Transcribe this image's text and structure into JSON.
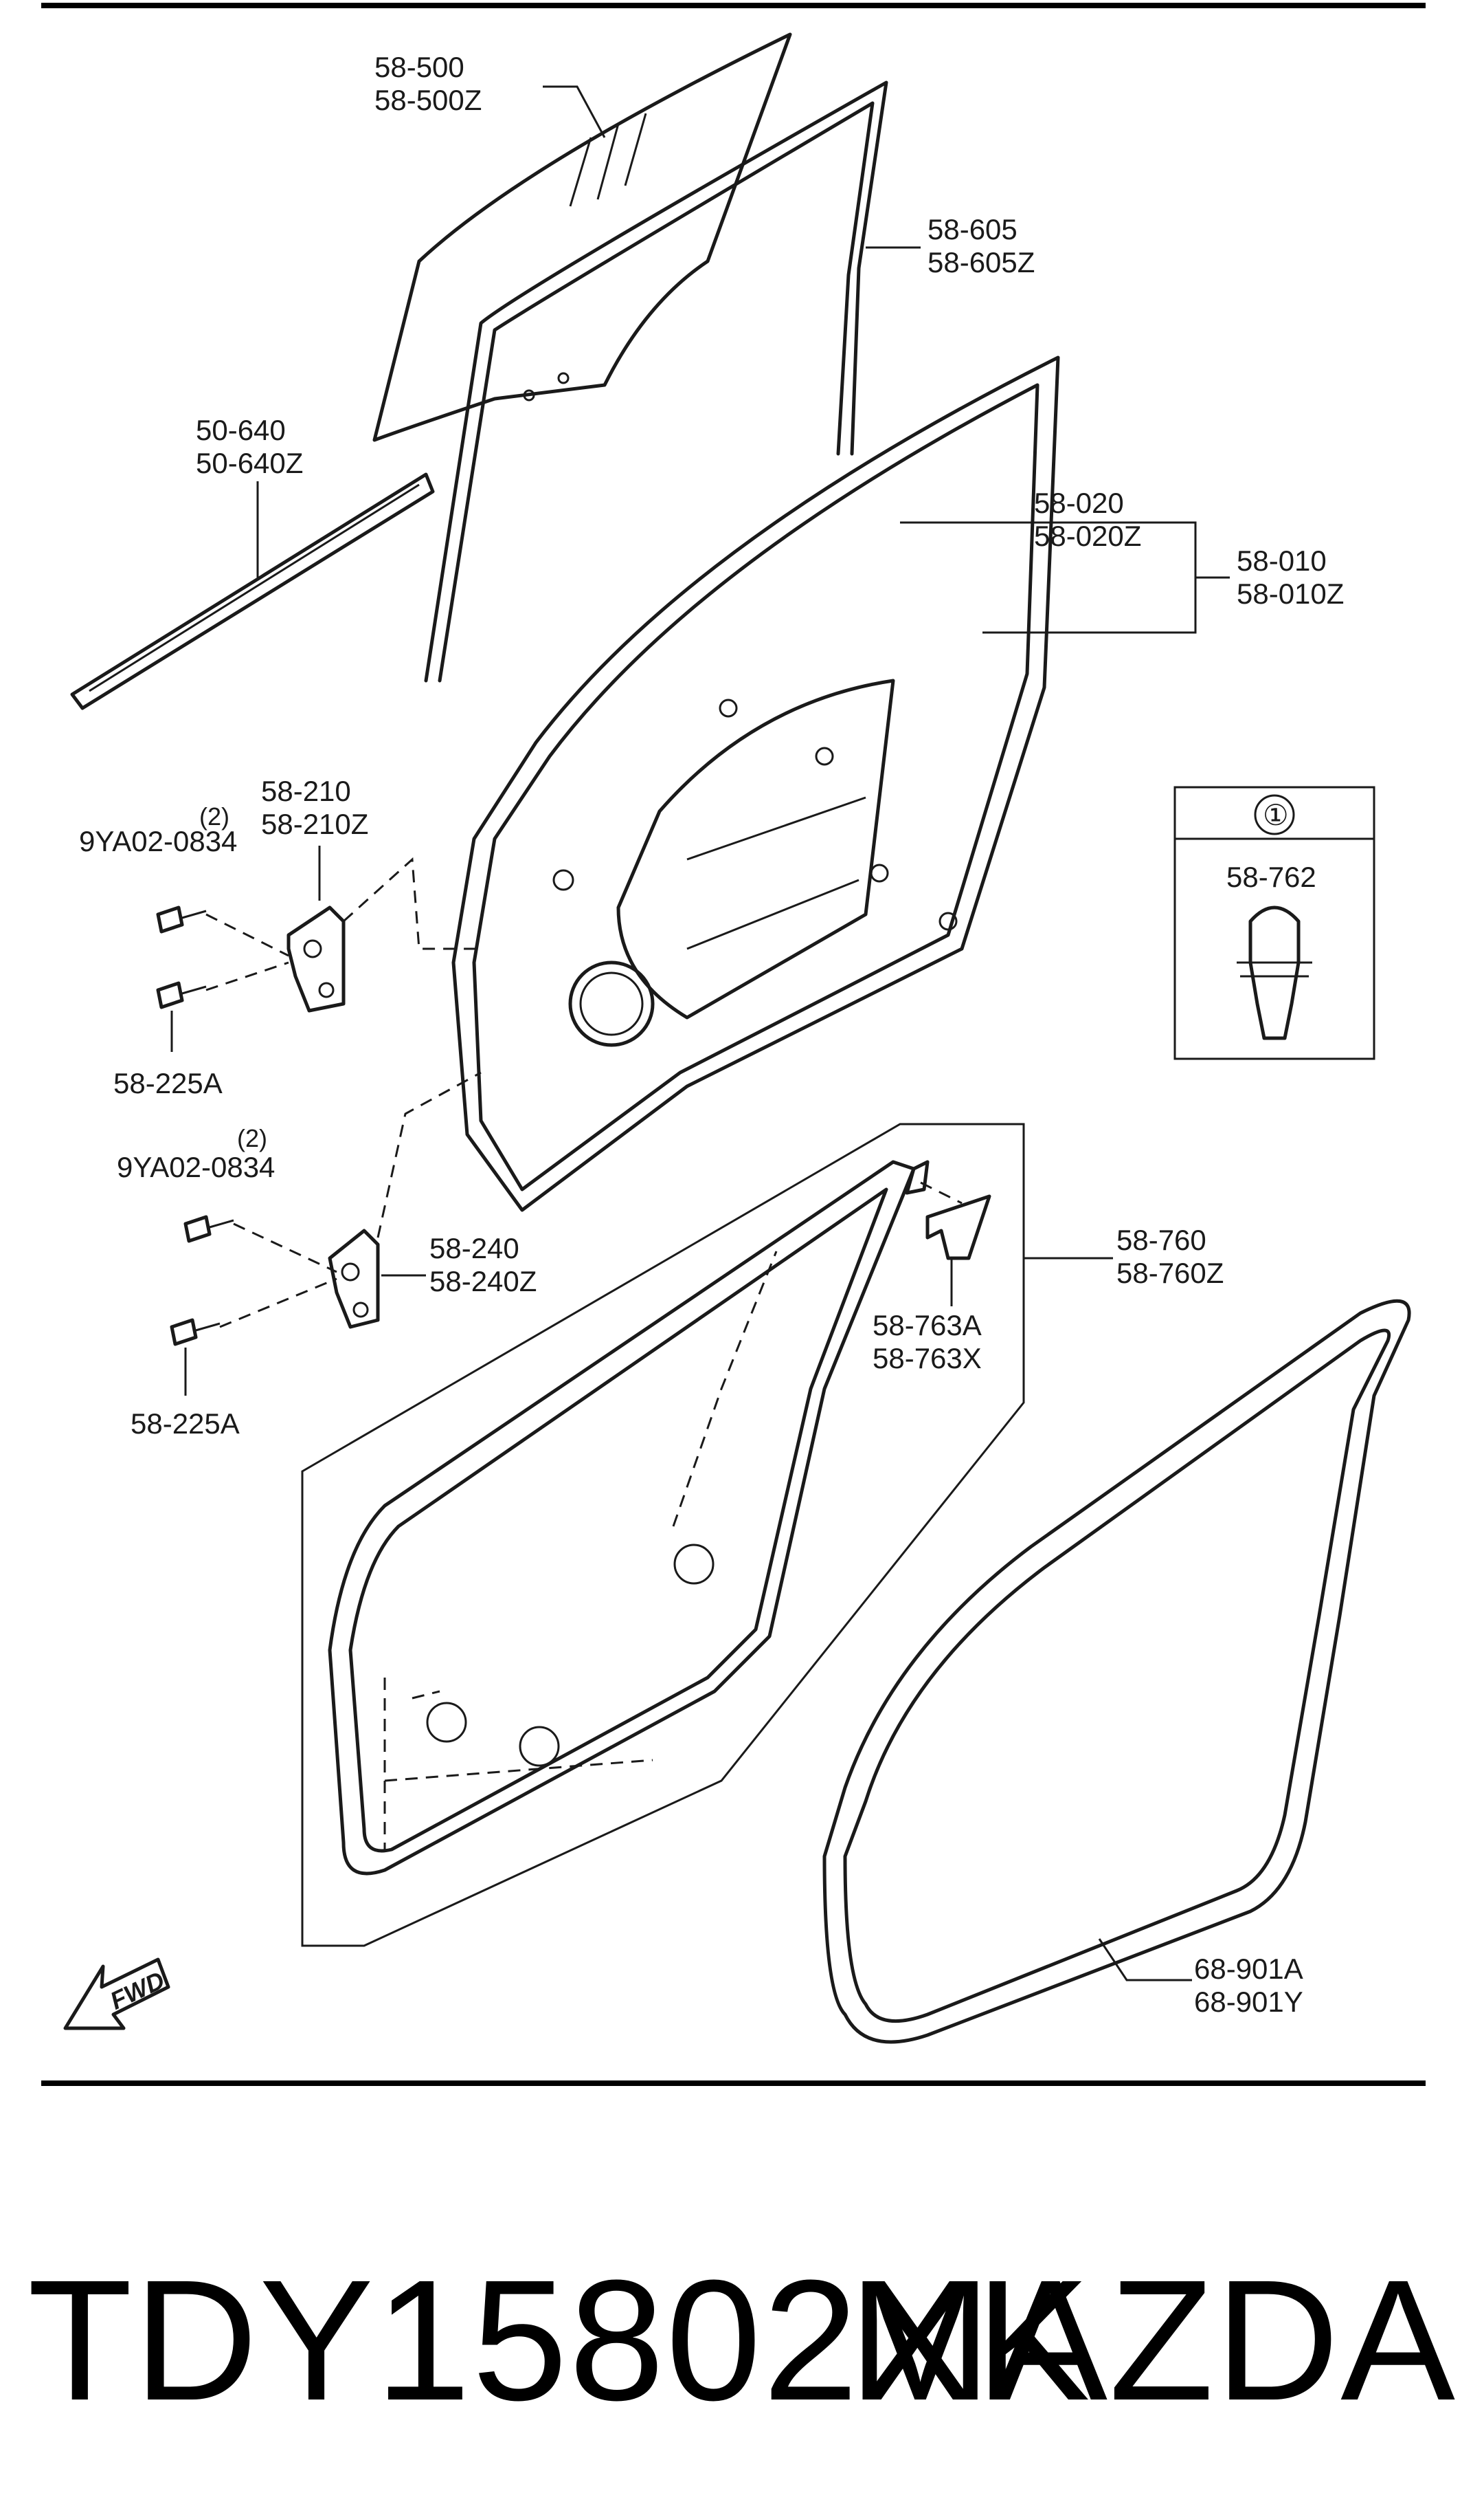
{
  "labels": {
    "glass": [
      "58-500",
      "58-500Z"
    ],
    "run_channel": [
      "58-605",
      "58-605Z"
    ],
    "weatherstrip_outer": [
      "50-640",
      "50-640Z"
    ],
    "door_panel": [
      "58-020",
      "58-020Z"
    ],
    "door_assy": [
      "58-010",
      "58-010Z"
    ],
    "upper_hinge": [
      "58-210",
      "58-210Z"
    ],
    "upper_bolt_code": "9YA02-0834",
    "upper_bolt_qty": "(2)",
    "upper_hinge_bolt": "58-225A",
    "lower_bolt_code": "9YA02-0834",
    "lower_bolt_qty": "(2)",
    "lower_hinge": [
      "58-240",
      "58-240Z"
    ],
    "lower_hinge_bolt": "58-225A",
    "door_seal": [
      "58-760",
      "58-760Z"
    ],
    "seal_bracket": [
      "58-763A",
      "58-763X"
    ],
    "body_seal": [
      "68-901A",
      "68-901Y"
    ],
    "clip_ref": "①",
    "clip_part": "58-762",
    "fwd": "FWD"
  },
  "footer": {
    "part_number": "TDY15802XK",
    "brand": "MAZDA"
  }
}
